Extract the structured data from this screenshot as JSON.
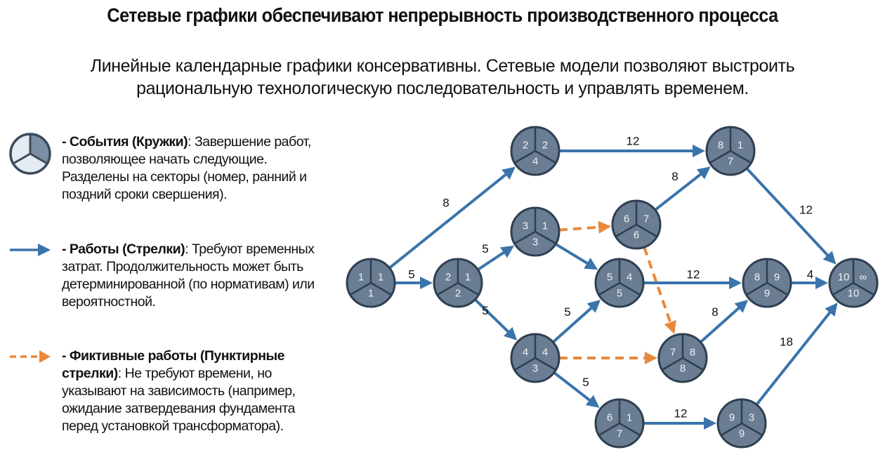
{
  "title": "Сетевые графики обеспечивают непрерывность производственного процесса",
  "subtitle": "Линейные календарные графики консервативны. Сетевые модели позволяют выстроить рациональную технологическую последовательность и управлять временем.",
  "legend": [
    {
      "icon": "event-circle-icon",
      "term": "- События (Кружки)",
      "text": ": Завершение работ, позволяющее начать следующие. Разделены на секторы (номер, ранний и поздний сроки свершения)."
    },
    {
      "icon": "solid-arrow-icon",
      "term": "- Работы (Стрелки)",
      "text": ": Требуют временных затрат. Продолжительность может быть детерминированной (по нормативам) или вероятностной."
    },
    {
      "icon": "dashed-arrow-icon",
      "term": "- Фиктивные работы (Пунктирные стрелки)",
      "text": ": Не требуют времени, но указывают на зависимость (например, ожидание затвердевания фундамента перед установкой трансформатора)."
    }
  ],
  "colors": {
    "work": "#3a74aa",
    "dummy": "#e8893a",
    "node_fill": "#6a7d92",
    "node_stroke": "#2f3f52"
  },
  "nodes": [
    {
      "id": "a",
      "left": "1",
      "right": "1",
      "bottom": "1"
    },
    {
      "id": "b",
      "left": "2",
      "right": "1",
      "bottom": "2"
    },
    {
      "id": "c",
      "left": "2",
      "right": "2",
      "bottom": "4"
    },
    {
      "id": "d",
      "left": "3",
      "right": "1",
      "bottom": "3"
    },
    {
      "id": "e",
      "left": "4",
      "right": "4",
      "bottom": "3"
    },
    {
      "id": "f",
      "left": "5",
      "right": "4",
      "bottom": "5"
    },
    {
      "id": "g",
      "left": "6",
      "right": "7",
      "bottom": "6"
    },
    {
      "id": "h",
      "left": "8",
      "right": "1",
      "bottom": "7"
    },
    {
      "id": "i",
      "left": "8",
      "right": "9",
      "bottom": "9"
    },
    {
      "id": "j",
      "left": "7",
      "right": "8",
      "bottom": "8"
    },
    {
      "id": "k",
      "left": "6",
      "right": "1",
      "bottom": "7"
    },
    {
      "id": "l",
      "left": "9",
      "right": "3",
      "bottom": "9"
    },
    {
      "id": "m",
      "left": "10",
      "right": "∞",
      "bottom": "10"
    }
  ],
  "edges": [
    {
      "from": "a",
      "to": "c",
      "label": "8",
      "dummy": false
    },
    {
      "from": "a",
      "to": "b",
      "label": "5",
      "dummy": false
    },
    {
      "from": "b",
      "to": "d",
      "label": "5",
      "dummy": false
    },
    {
      "from": "b",
      "to": "e",
      "label": "5",
      "dummy": false
    },
    {
      "from": "c",
      "to": "h",
      "label": "12",
      "dummy": false
    },
    {
      "from": "d",
      "to": "g",
      "label": "",
      "dummy": true
    },
    {
      "from": "d",
      "to": "f",
      "label": "",
      "dummy": false
    },
    {
      "from": "e",
      "to": "f",
      "label": "5",
      "dummy": false
    },
    {
      "from": "e",
      "to": "j",
      "label": "",
      "dummy": true
    },
    {
      "from": "e",
      "to": "k",
      "label": "5",
      "dummy": false
    },
    {
      "from": "g",
      "to": "h",
      "label": "8",
      "dummy": false
    },
    {
      "from": "g",
      "to": "j",
      "label": "",
      "dummy": true
    },
    {
      "from": "f",
      "to": "i",
      "label": "12",
      "dummy": false
    },
    {
      "from": "j",
      "to": "i",
      "label": "8",
      "dummy": false
    },
    {
      "from": "h",
      "to": "m",
      "label": "12",
      "dummy": false
    },
    {
      "from": "i",
      "to": "m",
      "label": "4",
      "dummy": false
    },
    {
      "from": "k",
      "to": "l",
      "label": "12",
      "dummy": false
    },
    {
      "from": "l",
      "to": "m",
      "label": "18",
      "dummy": false
    }
  ]
}
